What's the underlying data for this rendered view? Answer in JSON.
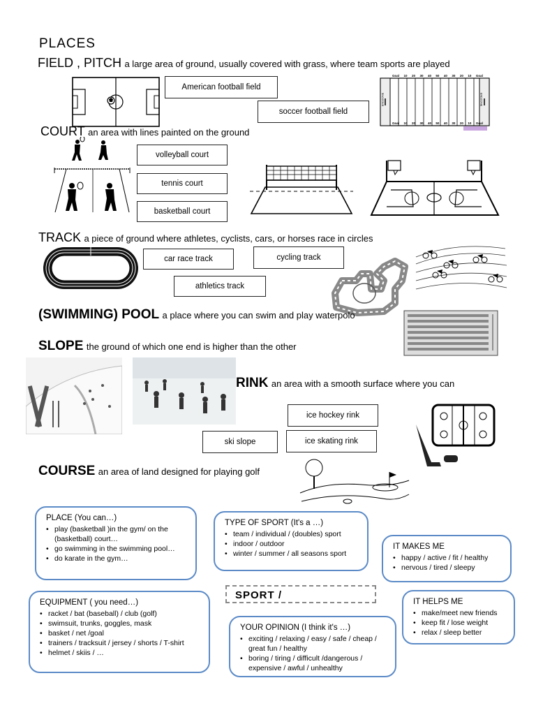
{
  "title": "PLACES",
  "sections": {
    "field": {
      "term": "FIELD , PITCH",
      "definition": "a large area of ground, usually covered with grass, where team sports are played"
    },
    "court": {
      "term": "COURT",
      "definition": "an area with lines painted on the ground"
    },
    "track": {
      "term": "TRACK",
      "definition": "a piece of ground where athletes, cyclists, cars, or horses race in circles"
    },
    "pool": {
      "term": "(SWIMMING) POOL",
      "definition": "a place where you can swim and play waterpolo"
    },
    "slope": {
      "term": "SLOPE",
      "definition": "the ground of which one end is higher than the other"
    },
    "rink": {
      "term": "RINK",
      "definition": "an area with a smooth surface where you can"
    },
    "course": {
      "term": "COURSE",
      "definition": "an area of land designed for playing golf"
    }
  },
  "labels": {
    "american_football_field": "American football field",
    "soccer_football_field": "soccer football field",
    "volleyball_court": "volleyball court",
    "tennis_court": "tennis court",
    "basketball_court": "basketball court",
    "car_race_track": "car race track",
    "cycling_track": "cycling track",
    "athletics_track": "athletics track",
    "ice_hockey_rink": "ice hockey rink",
    "ski_slope": "ski slope",
    "ice_skating_rink": "ice skating rink"
  },
  "football_field_marks": {
    "goal": "Goal",
    "endzone": "ENDZONE",
    "yard_numbers": [
      "10",
      "20",
      "30",
      "40",
      "50",
      "40",
      "30",
      "20",
      "10"
    ]
  },
  "sport_activity_label": "SPORT /",
  "boxes": {
    "place": {
      "title": "PLACE (You can…)",
      "items": [
        "play (basketball )in the gym/ on the (basketball) court…",
        "go swimming in the swimming pool…",
        "do karate in the gym…"
      ]
    },
    "type": {
      "title": "TYPE OF SPORT (It's a …)",
      "items": [
        "team / individual / (doubles) sport",
        "indoor / outdoor",
        "winter / summer / all seasons sport"
      ]
    },
    "makes_me": {
      "title": "IT MAKES ME",
      "items": [
        "happy / active / fit / healthy",
        "nervous / tired / sleepy"
      ]
    },
    "equipment": {
      "title": "EQUIPMENT ( you need…)",
      "items": [
        "racket / bat (baseball) / club (golf)",
        "swimsuit, trunks, goggles, mask",
        "basket / net /goal",
        "trainers / tracksuit / jersey / shorts / T-shirt",
        "helmet / skiis / …"
      ]
    },
    "helps_me": {
      "title": "IT HELPS ME",
      "items": [
        "make/meet new friends",
        "keep fit / lose weight",
        "relax / sleep better"
      ]
    },
    "opinion": {
      "title": "YOUR OPINION (I think it's …)",
      "items": [
        "exciting / relaxing / easy / safe / cheap / great fun / healthy",
        "boring / tiring / difficult /dangerous / expensive / awful / unhealthy"
      ]
    }
  },
  "colors": {
    "box_border": "#5b8ac7",
    "text": "#000000"
  }
}
